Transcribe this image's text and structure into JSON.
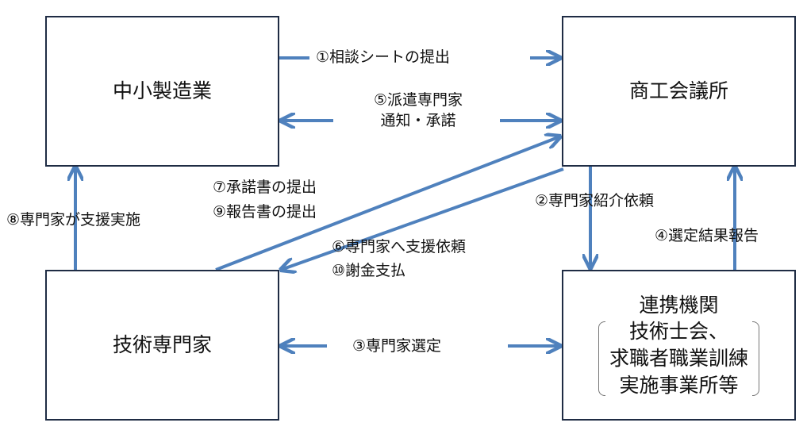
{
  "nodes": {
    "sme": "中小製造業",
    "chamber": "商工会議所",
    "expert": "技術専門家",
    "org": {
      "title": "連携機関",
      "lines": [
        "技術士会、",
        "求職者職業訓練",
        "実施事業所等"
      ]
    }
  },
  "edges": {
    "e1": "①相談シートの提出",
    "e5": [
      "⑤派遣専門家",
      "通知・承諾"
    ],
    "e7": "⑦承諾書の提出",
    "e9": "⑨報告書の提出",
    "e8": "⑧専門家が支援実施",
    "e2": "②専門家紹介依頼",
    "e4": "④選定結果報告",
    "e6": "⑥専門家へ支援依頼",
    "e10": "⑩謝金支払",
    "e3": "③専門家選定"
  },
  "colors": {
    "arrow": "#4f81bd",
    "border": "#1f2c44"
  }
}
